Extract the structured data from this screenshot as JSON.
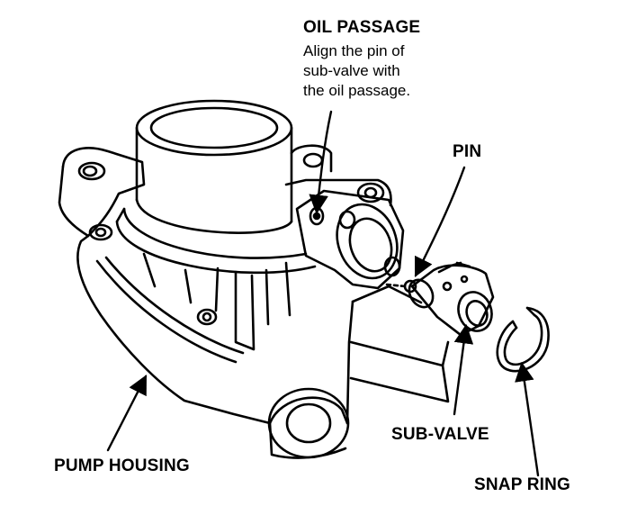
{
  "labels": {
    "oil_passage": {
      "title": "OIL PASSAGE",
      "note": [
        "Align the pin of",
        "sub-valve with",
        "the oil passage."
      ]
    },
    "pin": "PIN",
    "sub_valve": "SUB-VALVE",
    "snap_ring": "SNAP RING",
    "pump_housing": "PUMP HOUSING"
  },
  "colors": {
    "ink": "#000000",
    "paper": "#ffffff"
  }
}
